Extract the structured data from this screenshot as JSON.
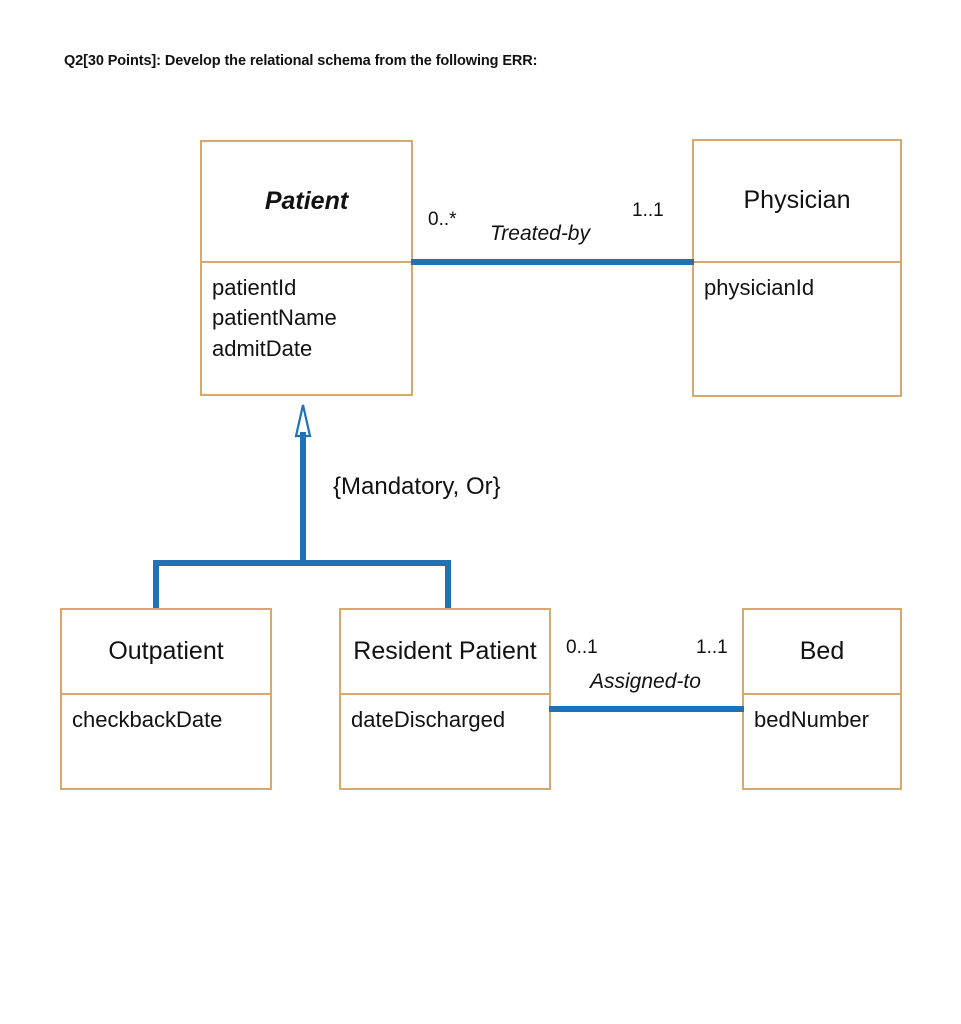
{
  "page": {
    "title": "Q2[30 Points]: Develop the relational schema from the following ERR:",
    "background_color": "#ffffff",
    "entity_border_color": "#d8a96d",
    "connector_color": "#1f71b8",
    "text_color": "#111111"
  },
  "diagram": {
    "type": "uml-class-diagram",
    "entities": [
      {
        "id": "patient",
        "name": "Patient",
        "name_style": "bold-italic",
        "attributes": [
          "patientId",
          "patientName",
          "admitDate"
        ]
      },
      {
        "id": "physician",
        "name": "Physician",
        "name_style": "regular",
        "attributes": [
          "physicianId"
        ]
      },
      {
        "id": "outpatient",
        "name": "Outpatient",
        "name_style": "regular",
        "attributes": [
          "checkbackDate"
        ]
      },
      {
        "id": "resident_patient",
        "name": "Resident Patient",
        "name_style": "regular",
        "attributes": [
          "dateDischarged"
        ]
      },
      {
        "id": "bed",
        "name": "Bed",
        "name_style": "regular",
        "attributes": [
          "bedNumber"
        ]
      }
    ],
    "relationships": [
      {
        "id": "treated_by",
        "label": "Treated-by",
        "from": "Patient",
        "to": "Physician",
        "source_multiplicity": "0..*",
        "target_multiplicity": "1..1"
      },
      {
        "id": "assigned_to",
        "label": "Assigned-to",
        "from": "Resident Patient",
        "to": "Bed",
        "source_multiplicity": "0..1",
        "target_multiplicity": "1..1"
      }
    ],
    "generalization": {
      "id": "patient_generalization",
      "supertype": "Patient",
      "subtypes": [
        "Outpatient",
        "Resident Patient"
      ],
      "constraint": "{Mandatory, Or}",
      "arrow_style": "hollow-triangle"
    }
  }
}
